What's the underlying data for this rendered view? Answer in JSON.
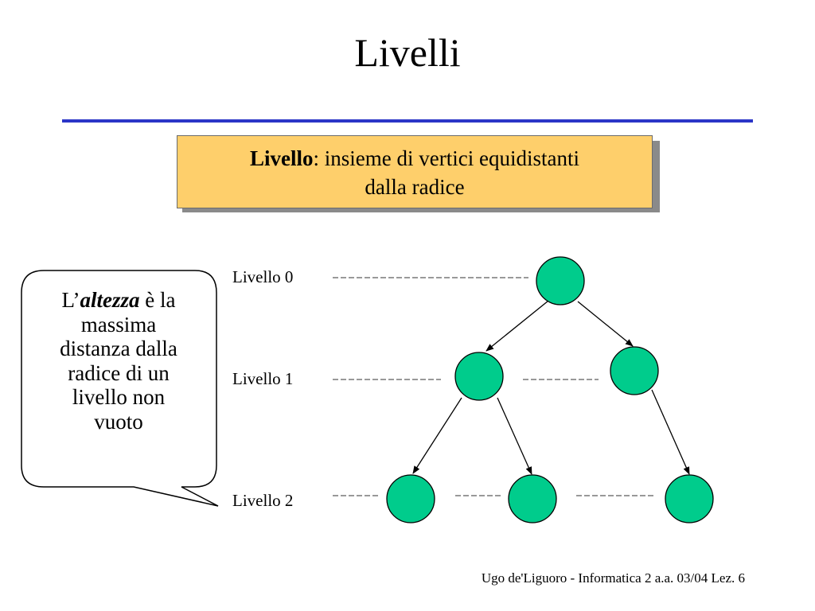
{
  "title": "Livelli",
  "definition": {
    "term": "Livello",
    "rest_line1": ": insieme di vertici equidistanti",
    "line2": "dalla radice"
  },
  "levels": [
    "Livello 0",
    "Livello 1",
    "Livello 2"
  ],
  "callout": {
    "prefix": "L’",
    "term": "altezza",
    "after_term": " è la",
    "lines": [
      "massima",
      "distanza dalla",
      "radice di un",
      "livello non",
      "vuoto"
    ]
  },
  "footer": "Ugo de'Liguoro - Informatica 2 a.a. 03/04 Lez. 6",
  "colors": {
    "rule": "#2b35c7",
    "definition_fill": "#fecf6b",
    "node_fill": "#00cc8c"
  }
}
